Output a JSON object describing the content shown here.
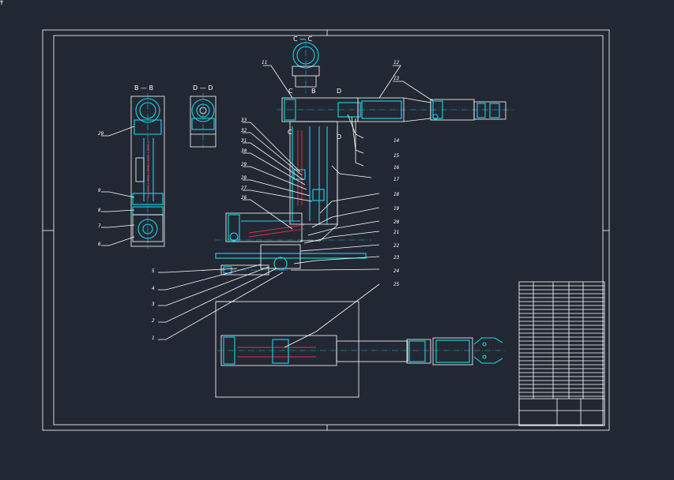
{
  "section_labels": {
    "cc": "C — C",
    "bb": "B — B",
    "dd": "D — D",
    "c_mark_top": "C",
    "b_mark_top": "B",
    "d_mark_top": "D",
    "c_mark_bot": "C",
    "d_mark_bot": "D"
  },
  "part_numbers": {
    "p11": "11",
    "p12": "12",
    "p13": "13",
    "p14": "14",
    "p15": "15",
    "p16": "16",
    "p17": "17",
    "p18": "18",
    "p19": "19",
    "p20": "20",
    "p21": "21",
    "p22": "22",
    "p23": "23",
    "p24": "24",
    "p25": "25",
    "p26": "26",
    "p27": "27",
    "p28": "28",
    "p29": "29",
    "p30": "30",
    "p31": "31",
    "p32": "32",
    "p33": "33",
    "p1": "1",
    "p2": "2",
    "p3": "3",
    "p4": "4",
    "p5": "5",
    "p6": "6",
    "p7": "7",
    "p8": "8",
    "p9": "9",
    "p29b": "29"
  },
  "colors": {
    "background": "#222833",
    "outline": "#ffffff",
    "part": "#19d6e6",
    "spring": "#e0304a",
    "centerline": "#19b8d6"
  }
}
